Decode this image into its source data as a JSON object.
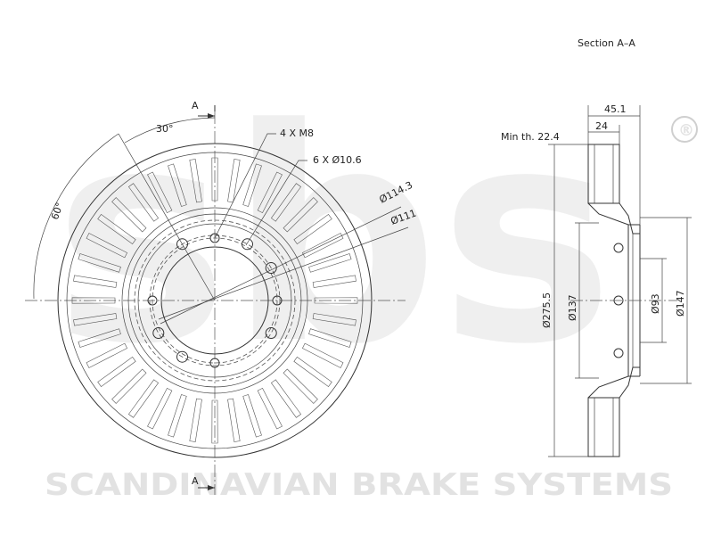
{
  "watermark": {
    "logo_letters": "sbs",
    "registered_mark": "®",
    "company": "SCANDINAVIAN BRAKE SYSTEMS"
  },
  "front_view": {
    "section_mark_top": "A",
    "section_mark_bottom": "A",
    "angle_1": "30°",
    "angle_2": "60°",
    "thread_holes": "4 X M8",
    "bolt_holes": "6 X Ø10.6",
    "pcd_1": "Ø114.3",
    "pcd_2": "Ø111"
  },
  "section_view": {
    "title": "Section A–A",
    "width_total": "45.1",
    "min_thickness": "Min th. 22.4",
    "thickness": "24",
    "outer_diameter": "Ø275.5",
    "hub_diameter": "Ø137",
    "bore_diameter": "Ø93",
    "hat_diameter": "Ø147"
  }
}
